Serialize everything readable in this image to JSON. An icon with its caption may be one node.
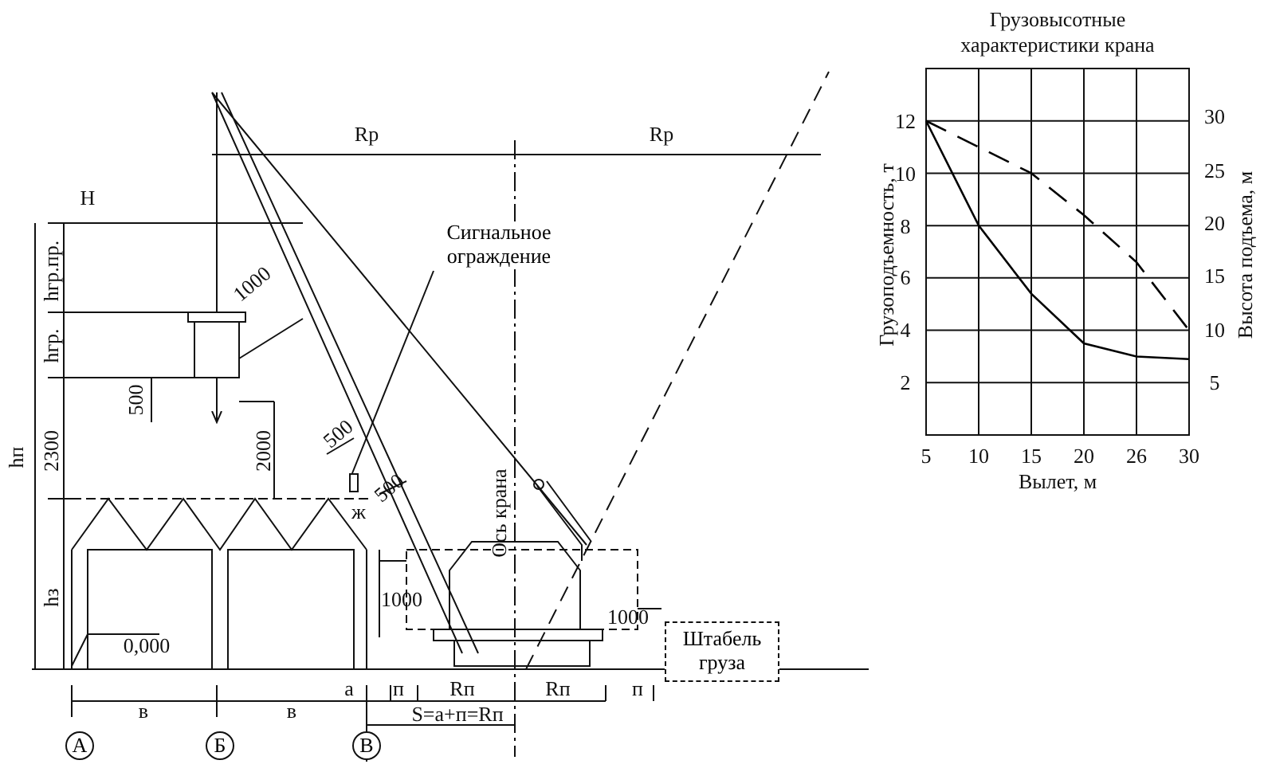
{
  "diagram": {
    "nodes": [
      {
        "text": [
          "Сигнальное ограждение"
        ]
      },
      {
        "text": [],
        "shape": "box"
      },
      {
        "text": [
          "Штабель груза"
        ]
      },
      {
        "text": [
          "А"
        ]
      },
      {
        "text": [
          "Б"
        ]
      },
      {
        "text": [
          "В"
        ]
      }
    ],
    "edges": [
      {
        "from": 0,
        "to": 1,
        "arrow": "none"
      }
    ],
    "labels": [
      "Rp",
      "Rp",
      "H",
      "hгр.пр.",
      "1000",
      "hгр.",
      "500",
      "500",
      "2000",
      "hп",
      "2300",
      "500",
      "ж",
      "Ось крана",
      "hз",
      "1000",
      "1000",
      "0,000",
      "a",
      "п",
      "Rп",
      "Rп",
      "п",
      "в",
      "в",
      "S=a+п=Rп",
      "Высота подъема, м",
      "30",
      "25",
      "20",
      "15",
      "10",
      "5"
    ],
    "chart_data": {
      "type": "line",
      "title": "Грузовысотные характеристики крана",
      "xlabel": "Вылет, м",
      "ylabel": "Грузоподъемность, т",
      "categories": [
        "5",
        "10",
        "15",
        "20",
        "26",
        "30"
      ],
      "series": [
        {
          "color": "#000000",
          "line_style": "solid",
          "values": [
            12,
            8,
            5.4,
            3.5,
            3.0,
            2.9
          ]
        },
        {
          "color": "#000000",
          "line_style": "dashed",
          "values": [
            12,
            11,
            10,
            8.4,
            6.6,
            4
          ]
        }
      ],
      "ylim": [
        0,
        14
      ],
      "yticks": [
        2,
        4,
        6,
        8,
        10,
        12
      ],
      "grid": true
    }
  }
}
